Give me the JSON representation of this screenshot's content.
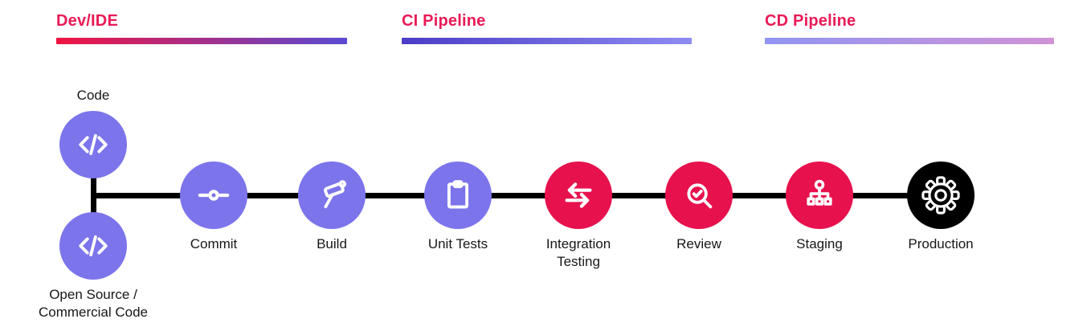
{
  "palette": {
    "background": "#FFFFFF",
    "header_text": "#E91A56",
    "node_purple": "#7C74EB",
    "node_pink": "#E7114D",
    "node_black": "#000000",
    "line_color": "#000000",
    "label_text": "#171717",
    "icon_color": "#FFFFFF",
    "bars": [
      [
        "#F01441",
        "#5A4BD2"
      ],
      [
        "#4B3DC7",
        "#8D8CF1"
      ],
      [
        "#9195F2",
        "#D093D6"
      ]
    ]
  },
  "sections": [
    {
      "label": "Dev/IDE"
    },
    {
      "label": "CI Pipeline"
    },
    {
      "label": "CD Pipeline"
    }
  ],
  "nodes": [
    {
      "id": "code",
      "label": "Code",
      "icon": "code-icon",
      "color": "purple"
    },
    {
      "id": "open-source-commercial-code",
      "label": "Open Source / Commercial Code",
      "icon": "code-icon",
      "color": "purple"
    },
    {
      "id": "commit",
      "label": "Commit",
      "icon": "git-commit-icon",
      "color": "purple"
    },
    {
      "id": "build",
      "label": "Build",
      "icon": "hammer-icon",
      "color": "purple"
    },
    {
      "id": "unit-tests",
      "label": "Unit Tests",
      "icon": "clipboard-icon",
      "color": "purple"
    },
    {
      "id": "integration-testing",
      "label": "Integration Testing",
      "icon": "swap-arrows-icon",
      "color": "pink"
    },
    {
      "id": "review",
      "label": "Review",
      "icon": "magnifier-check-icon",
      "color": "pink"
    },
    {
      "id": "staging",
      "label": "Staging",
      "icon": "sitemap-icon",
      "color": "pink"
    },
    {
      "id": "production",
      "label": "Production",
      "icon": "gear-icon",
      "color": "black"
    }
  ]
}
